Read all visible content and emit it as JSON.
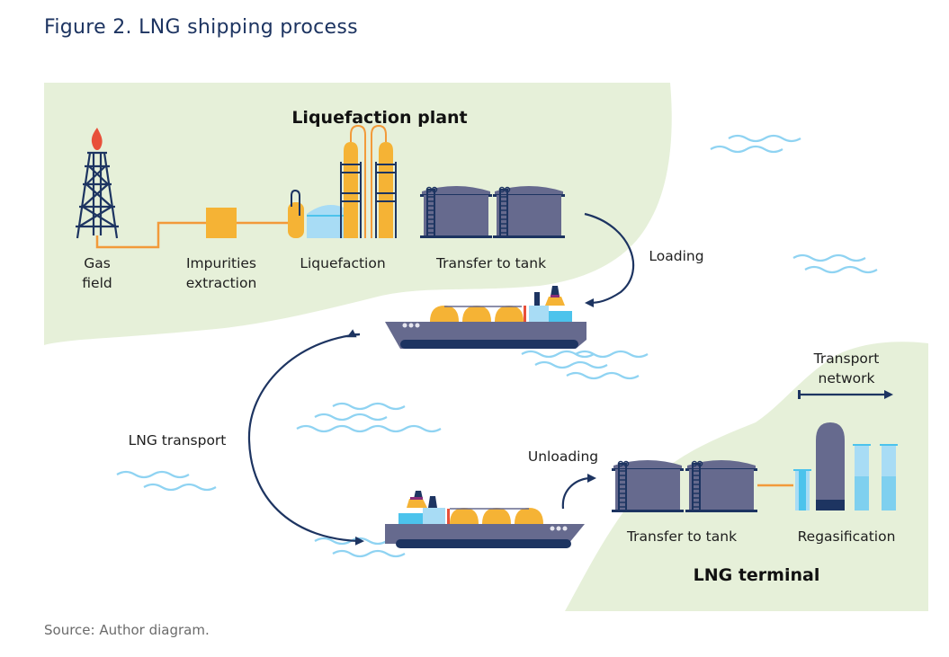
{
  "figure": {
    "title": "Figure 2. LNG shipping process",
    "source": "Source: Author diagram."
  },
  "regions": {
    "liquefaction_plant": "Liquefaction plant",
    "lng_terminal": "LNG terminal"
  },
  "steps": {
    "gas_field": [
      "Gas",
      "field"
    ],
    "impurities_extraction": [
      "Impurities",
      "extraction"
    ],
    "liquefaction": "Liquefaction",
    "transfer_to_tank_plant": "Transfer to tank",
    "loading": "Loading",
    "lng_transport": "LNG transport",
    "unloading": "Unloading",
    "transfer_to_tank_terminal": "Transfer to tank",
    "regasification": "Regasification",
    "transport_network": [
      "Transport",
      "network"
    ]
  },
  "colors": {
    "land": "#e6f0d9",
    "navy": "#1d3461",
    "tank": "#666a8e",
    "orange": "#f5b335",
    "pipe": "#f29a3a",
    "flame": "#e8503a",
    "light_blue": "#a8dcf5",
    "cyan": "#4cc3ec",
    "wave": "#8fd3f2",
    "title": "#1d3461",
    "source": "#6b6b6b"
  }
}
